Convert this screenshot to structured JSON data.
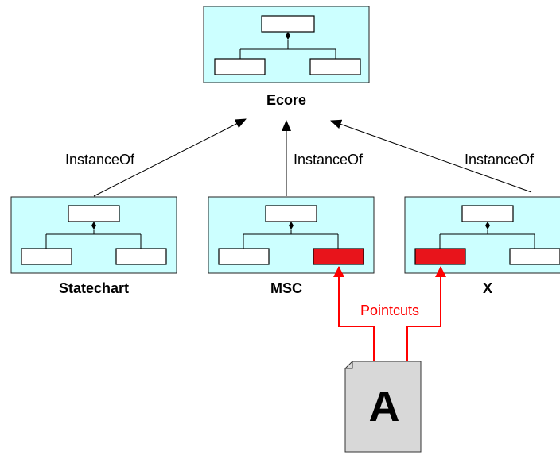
{
  "diagram": {
    "top_model": {
      "label": "Ecore"
    },
    "models": [
      {
        "label": "Statechart"
      },
      {
        "label": "MSC"
      },
      {
        "label": "X"
      }
    ],
    "relations": [
      {
        "label": "InstanceOf"
      },
      {
        "label": "InstanceOf"
      },
      {
        "label": "InstanceOf"
      }
    ],
    "aspect": {
      "letter": "A",
      "link_label": "Pointcuts"
    }
  },
  "colors": {
    "package_fill": "#ccffff",
    "package_stroke": "#222222",
    "highlight_fill": "#e8141b",
    "pointcut_stroke": "#ff0000",
    "document_fill": "#d8d8d8",
    "document_stroke": "#333333",
    "arrow_stroke": "#000000"
  },
  "icons": {
    "composition": "diamond-icon",
    "document": "document-icon"
  }
}
